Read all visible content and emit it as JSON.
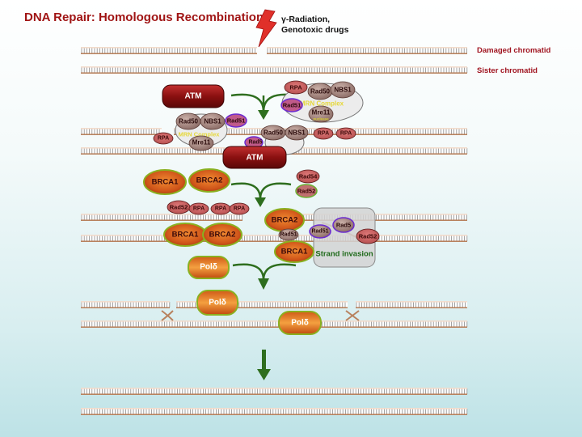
{
  "title": "DNA Repair: Homologous Recombination",
  "cause": {
    "symbol": "γ",
    "line1": "-Radiation,",
    "line2": "Genotoxic drugs"
  },
  "labels": {
    "damaged": "Damaged chromatid",
    "sister": "Sister chromatid"
  },
  "proteins": {
    "atm": "ATM",
    "rpa": "RPA",
    "rad50": "Rad50",
    "nbs1": "NBS1",
    "rad51": "Rad51",
    "mre11": "Mre11",
    "nuclease": "nuclease",
    "mrn": "MRN Complex",
    "brca1": "BRCA1",
    "brca2": "BRCA2",
    "rad54": "Rad54",
    "rad52": "Rad52",
    "pold": "Polδ",
    "strand_invasion": "Strand invasion",
    "rad51_partial": "Rad5",
    "rad5_partial": "Rad5"
  },
  "colors": {
    "title": "#a01414",
    "arrow": "#2e6e1e",
    "atm": "#8e1414",
    "brca": "#c84a10",
    "rail_light": "#f2dccc",
    "rail_dark": "#b8825e"
  }
}
